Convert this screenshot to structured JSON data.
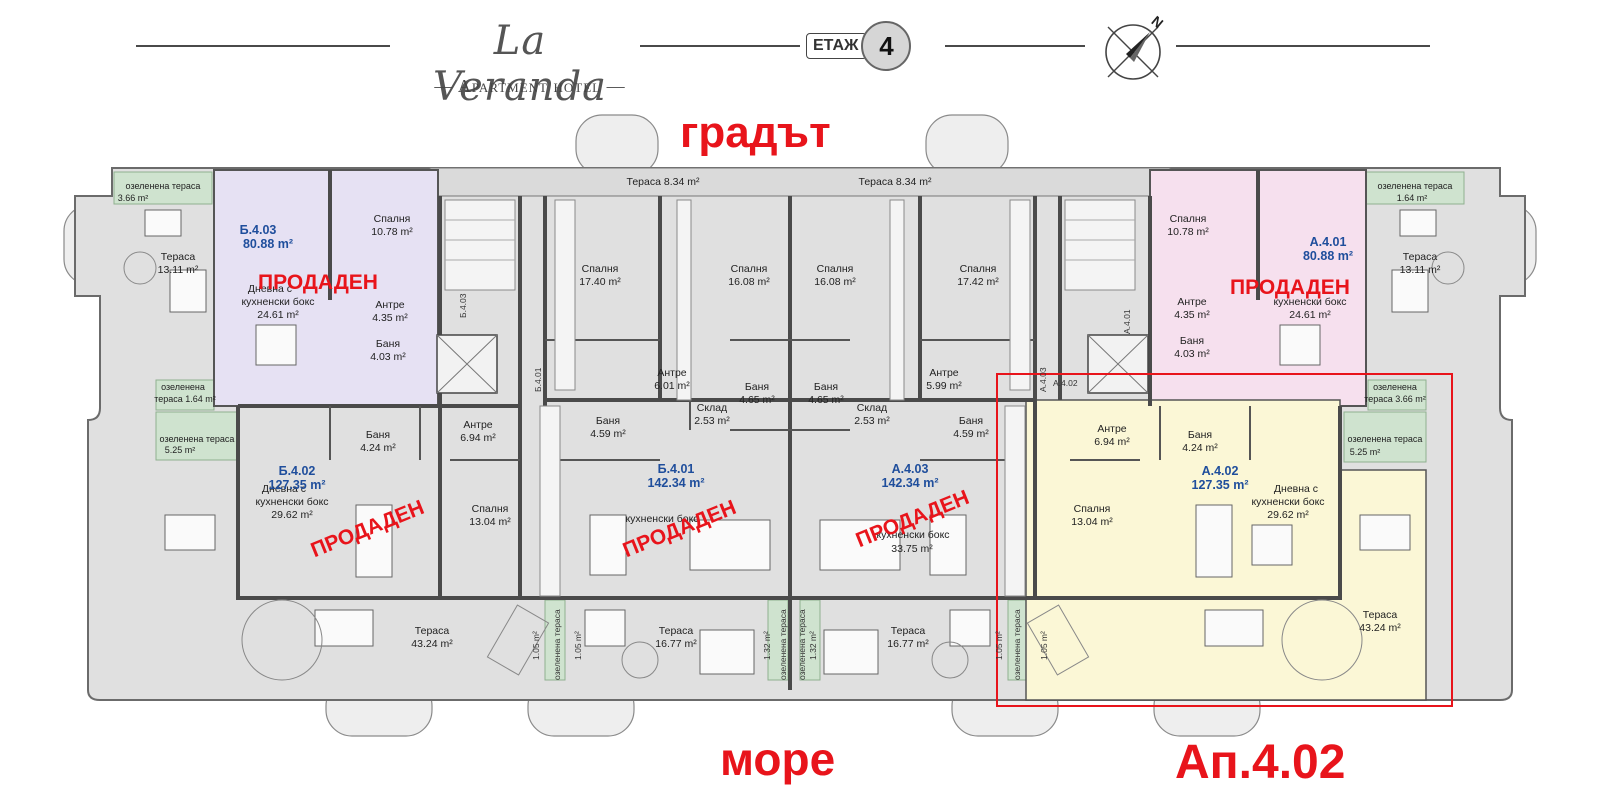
{
  "header": {
    "logo_main": "La Veranda",
    "logo_sub": "— Apartment hotel —",
    "floor_label": "ЕТАЖ",
    "floor_number": "4",
    "compass_letter": "N"
  },
  "orientation": {
    "top": "градът",
    "bottom": "море"
  },
  "highlight_label": "Ап.4.02",
  "sold_label": "ПРОДАДЕН",
  "colors": {
    "red": "#e8141b",
    "lavender": "#e6e1f3",
    "pink": "#f6e0ee",
    "yellow": "#fbf7d6",
    "green": "#cfe3cf",
    "floor": "#e2e2e2",
    "apartment_code": "#1f4e9c"
  },
  "apartments": [
    {
      "code": "Б.4.03",
      "area": "80.88 m²",
      "sold": true
    },
    {
      "code": "А.4.01",
      "area": "80.88 m²",
      "sold": true
    },
    {
      "code": "Б.4.02",
      "area": "127.35 m²",
      "sold": true
    },
    {
      "code": "Б.4.01",
      "area": "142.34 m²",
      "sold": true
    },
    {
      "code": "А.4.03",
      "area": "142.34 m²",
      "sold": true
    },
    {
      "code": "А.4.02",
      "area": "127.35 m²",
      "sold": false
    }
  ],
  "rooms": {
    "green_terrace": "озеленена тераса",
    "green_terrace_2": "озеленена",
    "terrace": "Тераса",
    "bedroom": "Спалня",
    "living": "Дневна с",
    "kitchen_box": "кухненски бокс",
    "hall": "Антре",
    "bath": "Баня",
    "storage": "Склад",
    "a366": "3.66 m²",
    "a164": "1.64 m²",
    "a1311": "13.11 m²",
    "a1078": "10.78 m²",
    "a2461": "24.61 m²",
    "a435": "4.35 m²",
    "a403": "4.03 m²",
    "t164": "тераса 1.64 m²",
    "t366": "тераса 3.66 m²",
    "a525": "5.25 m²",
    "a424": "4.24 m²",
    "a694": "6.94 m²",
    "a459": "4.59 m²",
    "a1304": "13.04 m²",
    "a2962": "29.62 m²",
    "a4324": "43.24 m²",
    "a1677": "16.77 m²",
    "a1740": "17.40 m²",
    "a1742": "17.42 m²",
    "a1608": "16.08 m²",
    "a601": "6.01 m²",
    "a599": "5.99 m²",
    "a465": "4.65 m²",
    "a253": "2.53 m²",
    "a3375": "33.75 m²",
    "t834": "Тераса 8.34 m²",
    "a105": "1.05 m²",
    "a132": "1.32 m²",
    "door_b403": "Б.4.03",
    "door_b401": "Б.4.01",
    "door_a401": "А.4.01",
    "door_a403": "А.4.03",
    "door_a402": "А.4.02"
  }
}
